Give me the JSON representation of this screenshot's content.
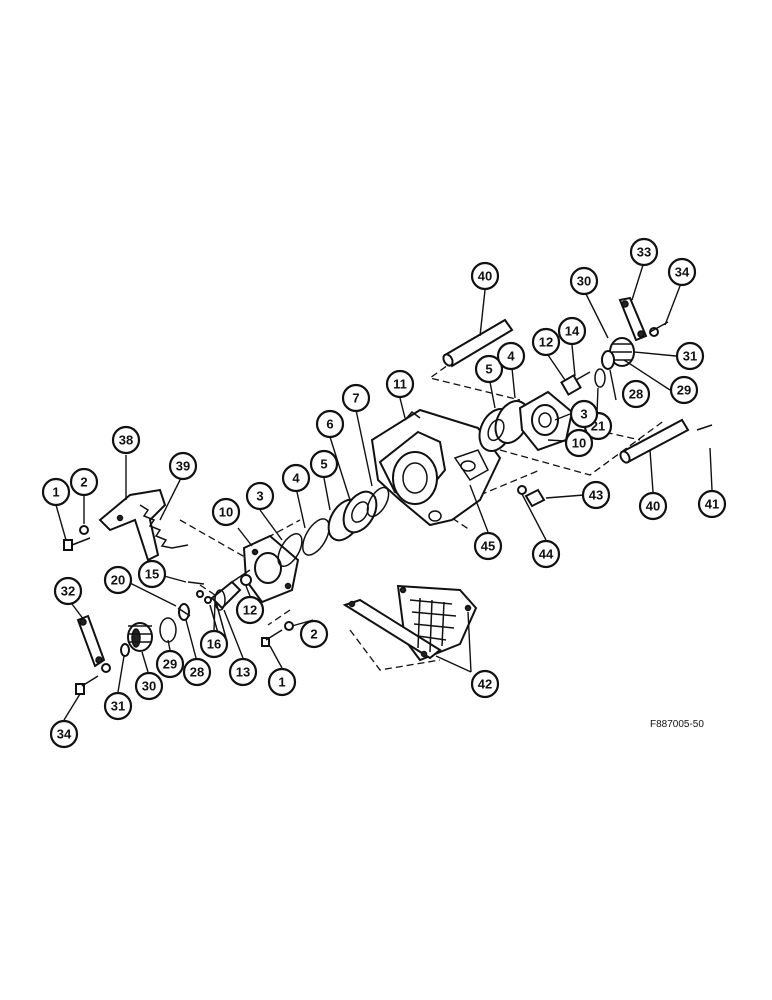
{
  "figure_id": "F887005-50",
  "callout_numbers": [
    "1",
    "2",
    "38",
    "39",
    "10",
    "3",
    "4",
    "5",
    "6",
    "7",
    "11",
    "40",
    "5",
    "4",
    "12",
    "14",
    "30",
    "33",
    "34",
    "31",
    "29",
    "28",
    "21",
    "3",
    "10",
    "40",
    "41",
    "43",
    "44",
    "45",
    "15",
    "20",
    "32",
    "16",
    "12",
    "13",
    "1",
    "2",
    "42",
    "29",
    "28",
    "30",
    "31",
    "34"
  ]
}
